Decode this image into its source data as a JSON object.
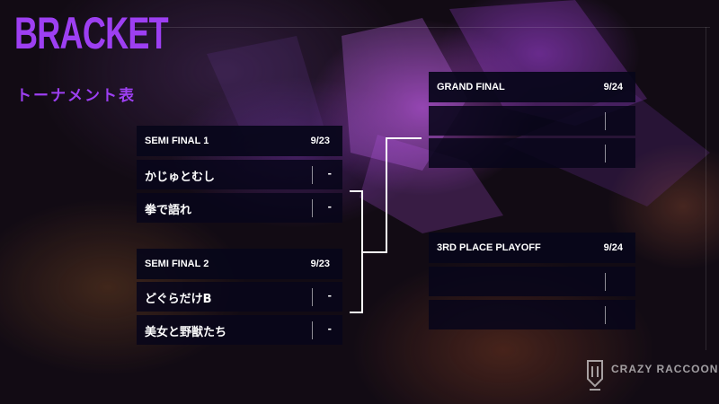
{
  "header": {
    "title": "BRACKET",
    "subtitle": "トーナメント表"
  },
  "semi_final_1": {
    "name": "SEMI FINAL 1",
    "date": "9/23",
    "team_a": {
      "name": "かじゅとむし",
      "score": "-"
    },
    "team_b": {
      "name": "拳で語れ",
      "score": "-"
    }
  },
  "semi_final_2": {
    "name": "SEMI FINAL 2",
    "date": "9/23",
    "team_a": {
      "name": "どぐらだけB",
      "score": "-"
    },
    "team_b": {
      "name": "美女と野獣たち",
      "score": "-"
    }
  },
  "grand_final": {
    "name": "GRAND FINAL",
    "date": "9/24",
    "team_a": {
      "name": "",
      "score": ""
    },
    "team_b": {
      "name": "",
      "score": ""
    }
  },
  "third_place": {
    "name": "3RD PLACE PLAYOFF",
    "date": "9/24",
    "team_a": {
      "name": "",
      "score": ""
    },
    "team_b": {
      "name": "",
      "score": ""
    }
  },
  "logo": {
    "text": "CRAZY RACCOON CUP",
    "icon": "cr-emblem-icon"
  },
  "colors": {
    "accent": "#9d3ff2",
    "panel": "#08061a",
    "line": "#ffffff"
  }
}
